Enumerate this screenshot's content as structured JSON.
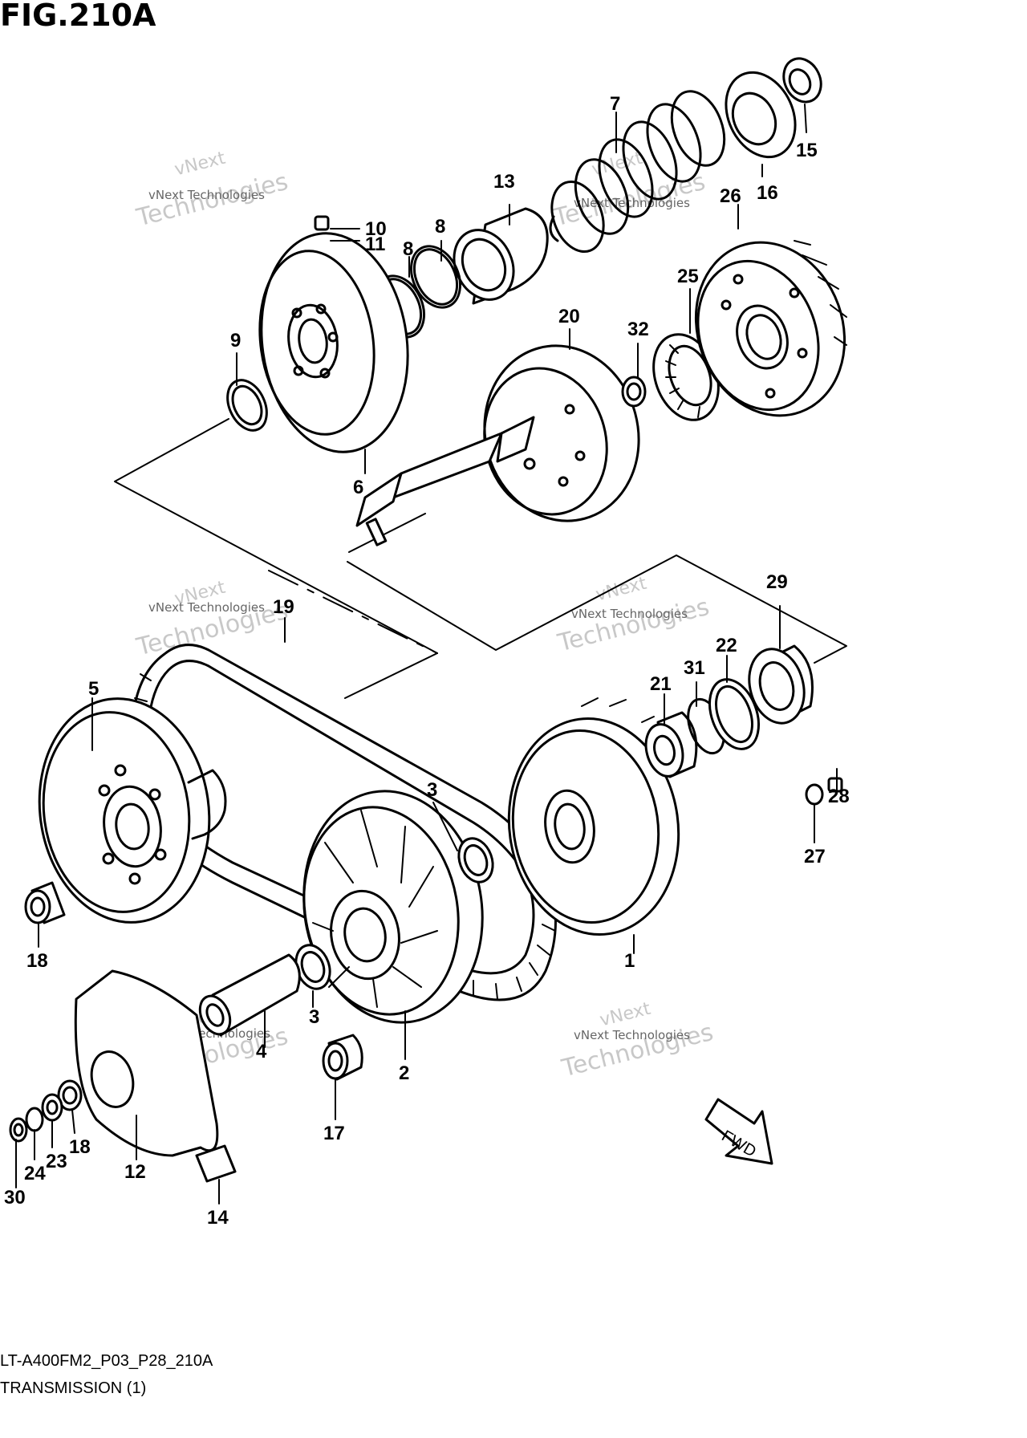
{
  "figure": {
    "title": "FIG.210A",
    "code": "LT-A400FM2_P03_P28_210A",
    "caption": "TRANSMISSION (1)",
    "fwd_label": "FWD",
    "watermark_line1": "vNext Technologies",
    "watermark_line2": "vNext",
    "watermark_line3": "Technologies"
  },
  "callouts": [
    {
      "id": "p1",
      "label": "1"
    },
    {
      "id": "p2",
      "label": "2"
    },
    {
      "id": "p3a",
      "label": "3"
    },
    {
      "id": "p3b",
      "label": "3"
    },
    {
      "id": "p4",
      "label": "4"
    },
    {
      "id": "p5",
      "label": "5"
    },
    {
      "id": "p6",
      "label": "6"
    },
    {
      "id": "p7",
      "label": "7"
    },
    {
      "id": "p8a",
      "label": "8"
    },
    {
      "id": "p8b",
      "label": "8"
    },
    {
      "id": "p9",
      "label": "9"
    },
    {
      "id": "p10",
      "label": "10"
    },
    {
      "id": "p11",
      "label": "11"
    },
    {
      "id": "p12",
      "label": "12"
    },
    {
      "id": "p13",
      "label": "13"
    },
    {
      "id": "p14",
      "label": "14"
    },
    {
      "id": "p15",
      "label": "15"
    },
    {
      "id": "p16",
      "label": "16"
    },
    {
      "id": "p17",
      "label": "17"
    },
    {
      "id": "p18a",
      "label": "18"
    },
    {
      "id": "p18b",
      "label": "18"
    },
    {
      "id": "p19",
      "label": "19"
    },
    {
      "id": "p20",
      "label": "20"
    },
    {
      "id": "p21",
      "label": "21"
    },
    {
      "id": "p22",
      "label": "22"
    },
    {
      "id": "p23",
      "label": "23"
    },
    {
      "id": "p24",
      "label": "24"
    },
    {
      "id": "p25",
      "label": "25"
    },
    {
      "id": "p26",
      "label": "26"
    },
    {
      "id": "p27",
      "label": "27"
    },
    {
      "id": "p28",
      "label": "28"
    },
    {
      "id": "p29",
      "label": "29"
    },
    {
      "id": "p30",
      "label": "30"
    },
    {
      "id": "p31",
      "label": "31"
    },
    {
      "id": "p32",
      "label": "32"
    }
  ]
}
